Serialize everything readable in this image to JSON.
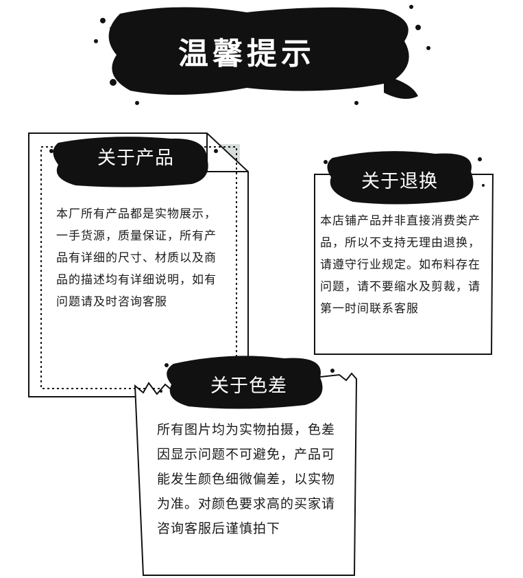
{
  "header": {
    "title": "温馨提示"
  },
  "cards": [
    {
      "title": "关于产品",
      "body": "本厂所有产品都是实物展示，一手货源，质量保证，所有产品有详细的尺寸、材质以及商品的描述均有详细说明，如有问题请及时咨询客服"
    },
    {
      "title": "关于退换",
      "body": "本店铺产品并非直接消费类产品，所以不支持无理由退换，请遵守行业规定。如布料存在问题，请不要缩水及剪裁，请第一时间联系客服"
    },
    {
      "title": "关于色差",
      "body": "所有图片均为实物拍摄，色差因显示问题不可避免，产品可能发生颜色细微偏差，以实物为准。对颜色要求高的买家请咨询客服后谨慎拍下"
    }
  ],
  "colors": {
    "ink": "#111111",
    "paper": "#ffffff",
    "shadow": "#d9dedd"
  }
}
